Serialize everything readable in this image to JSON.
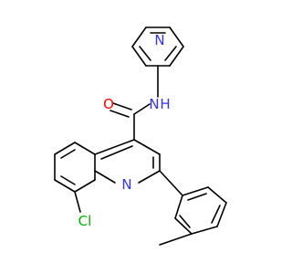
{
  "colors": {
    "bond": "#000000",
    "nitrogen": "#3333ff",
    "oxygen": "#ff0000",
    "chlorine": "#00b000",
    "background": "#ffffff"
  },
  "labels": {
    "pyridine_n": "N",
    "amide_nh": "N",
    "amide_h": "H",
    "carbonyl_o": "O",
    "quinoline_n": "N",
    "chlorine": "Cl"
  }
}
